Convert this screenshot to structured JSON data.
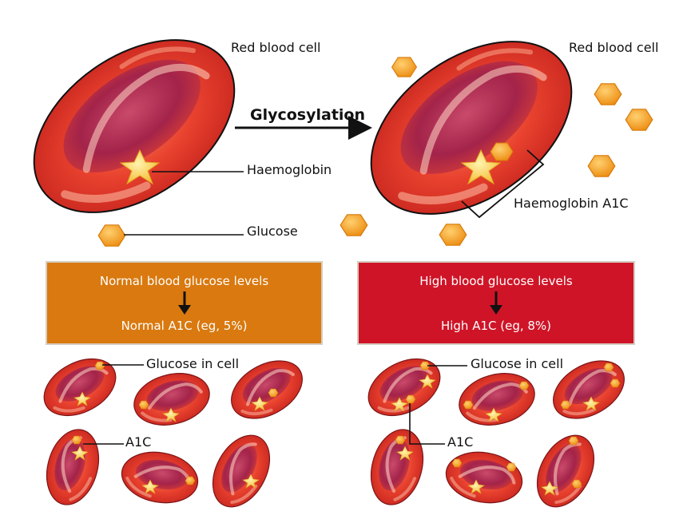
{
  "labels": {
    "red_blood_cell_left": "Red blood cell",
    "red_blood_cell_right": "Red blood cell",
    "glycosylation": "Glycosylation",
    "haemoglobin": "Haemoglobin",
    "glucose": "Glucose",
    "haemoglobin_a1c": "Haemoglobin A1C",
    "glucose_in_cell_left": "Glucose in cell",
    "glucose_in_cell_right": "Glucose in cell",
    "a1c_left": "A1C",
    "a1c_right": "A1C"
  },
  "boxes": {
    "normal": {
      "line1": "Normal blood glucose levels",
      "line2": "Normal A1C (eg, 5%)",
      "color": "#d9790f"
    },
    "high": {
      "line1": "High blood glucose levels",
      "line2": "High A1C (eg, 8%)",
      "color": "#cf1427"
    }
  },
  "colors": {
    "cell_red": "#e8412e",
    "cell_dark": "#9c1c3a",
    "glucose_orange": "#f5a21e",
    "haemoglobin_yellow": "#f7c531"
  }
}
